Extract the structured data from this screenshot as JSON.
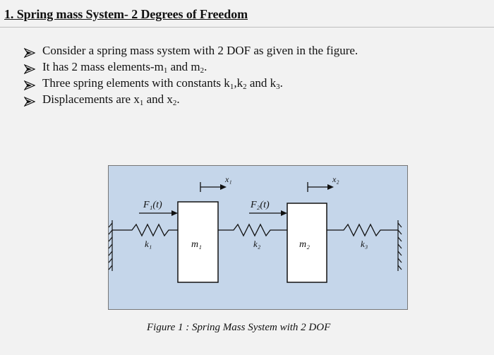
{
  "heading": "1. Spring mass System- 2 Degrees of Freedom",
  "bullets": [
    {
      "parts": [
        {
          "t": "Consider a spring mass system with 2 DOF as given in the figure."
        }
      ]
    },
    {
      "parts": [
        {
          "t": "It has 2 mass elements-m"
        },
        {
          "t": "1",
          "sub": true
        },
        {
          "t": " and m"
        },
        {
          "t": "2",
          "sub": true
        },
        {
          "t": "."
        }
      ]
    },
    {
      "parts": [
        {
          "t": "Three spring elements with constants k"
        },
        {
          "t": "1",
          "sub": true
        },
        {
          "t": ",k"
        },
        {
          "t": "2",
          "sub": true
        },
        {
          "t": " and k"
        },
        {
          "t": "3",
          "sub": true
        },
        {
          "t": "."
        }
      ]
    },
    {
      "parts": [
        {
          "t": "Displacements are x"
        },
        {
          "t": "1",
          "sub": true
        },
        {
          "t": " and x"
        },
        {
          "t": "2",
          "sub": true
        },
        {
          "t": "."
        }
      ]
    }
  ],
  "figure": {
    "labels": {
      "F1": "F₁(t)",
      "F2": "F₂(t)",
      "x1": "x₁",
      "x2": "x₂",
      "k1": "k₁",
      "k2": "k₂",
      "k3": "k₃",
      "m1": "m₁",
      "m2": "m₂"
    },
    "caption": "Figure 1 : Spring Mass System with 2 DOF"
  },
  "colors": {
    "figure_bg": "#c5d6ea",
    "mass_fill": "#ffffff",
    "line": "#111111"
  }
}
